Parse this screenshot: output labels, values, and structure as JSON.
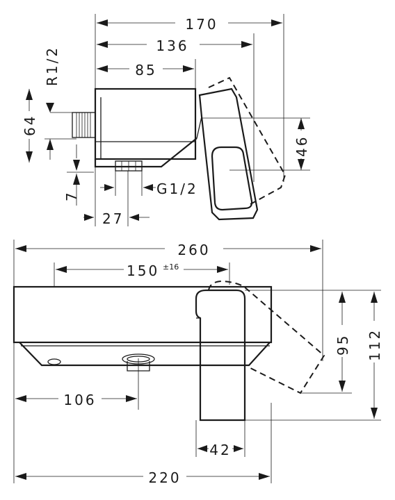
{
  "top_view": {
    "dim_overall": "170",
    "dim_outlet": "136",
    "dim_body": "85",
    "dim_height": "64",
    "dim_inlet": "R1/2",
    "dim_offset": "7",
    "dim_connection": "G1/2",
    "dim_center": "27",
    "dim_spout_height": "46"
  },
  "front_view": {
    "dim_overall": "260",
    "dim_center": "150",
    "dim_center_tolerance": "±16",
    "dim_outlet_pos": "106",
    "dim_spout_width": "42",
    "dim_depth": "220",
    "dim_height_inner": "95",
    "dim_height_outer": "112"
  }
}
